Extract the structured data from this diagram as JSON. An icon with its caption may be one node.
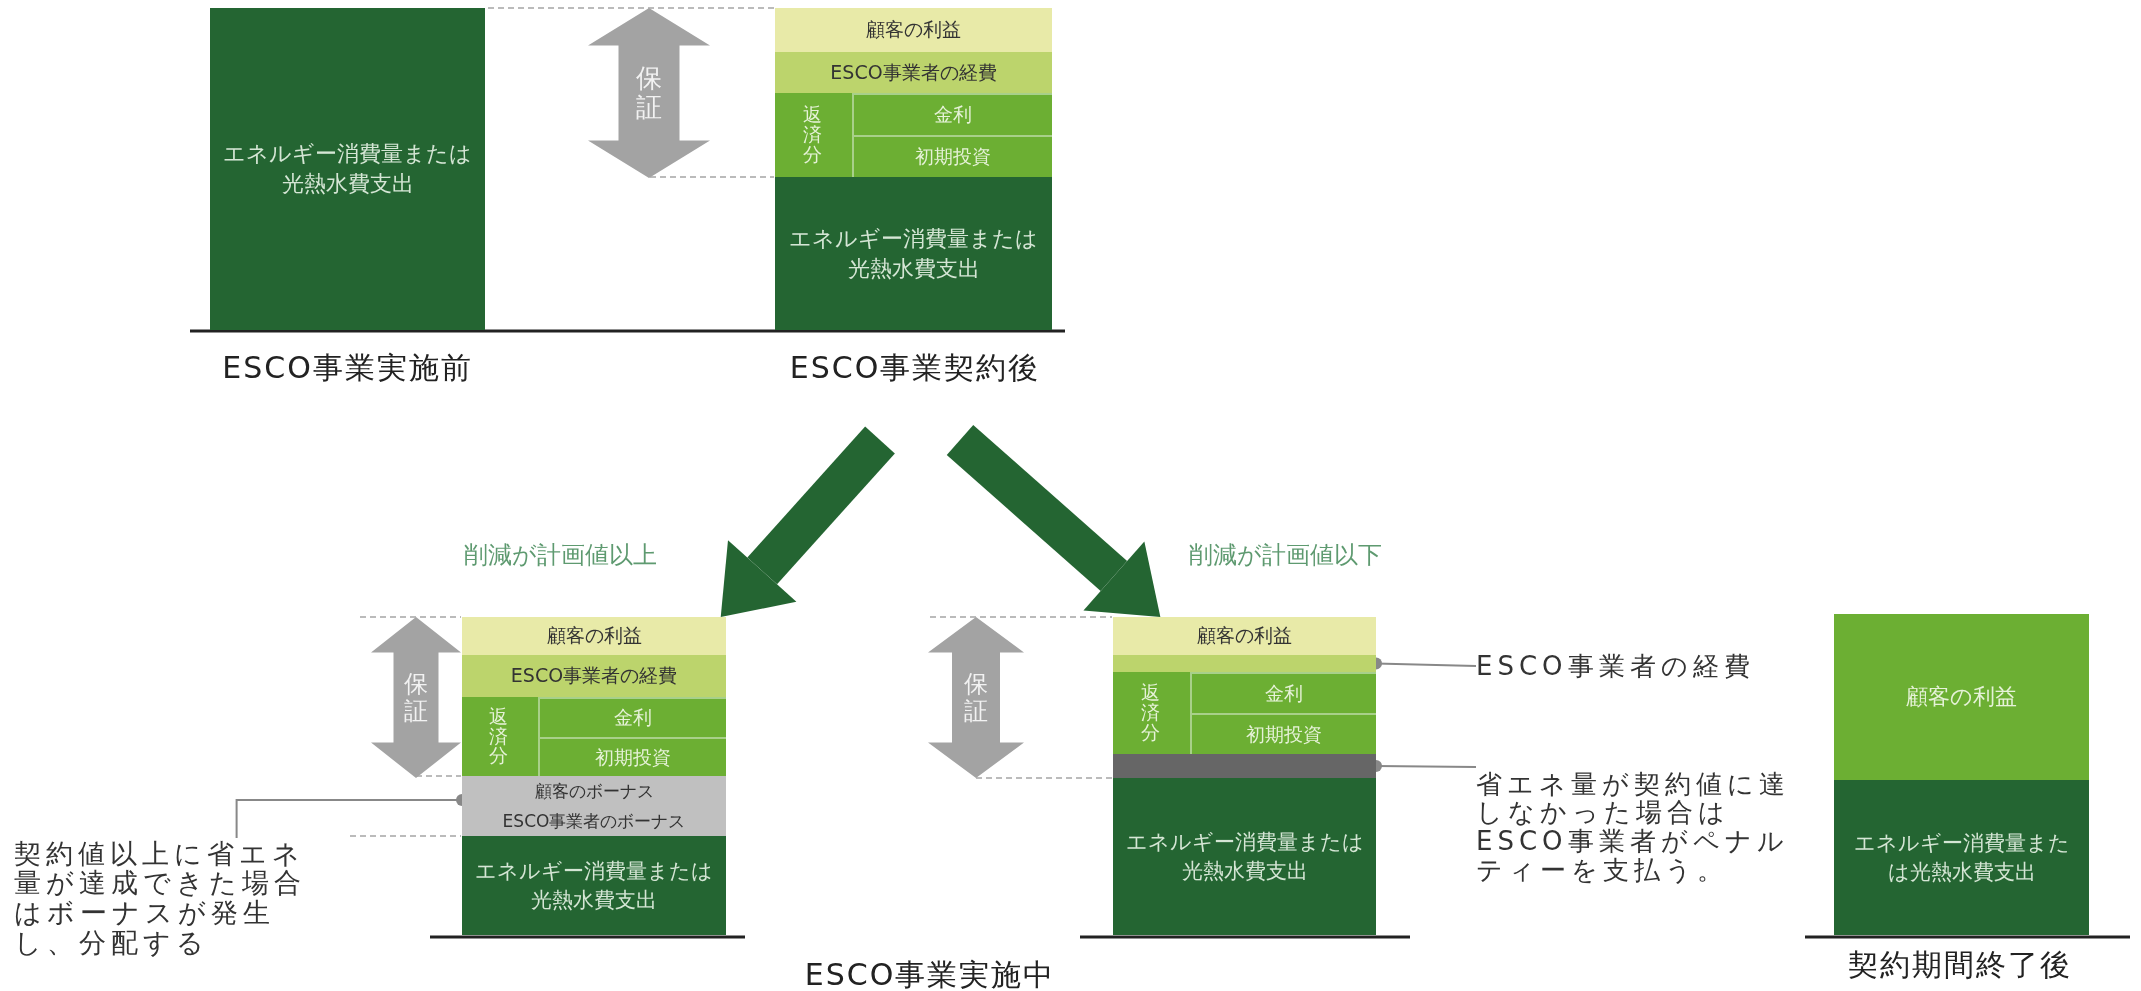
{
  "diagram": {
    "nodes": [
      {
        "text": [
          "エネルギー消費量または光熱水費支出"
        ],
        "beside": [
          "ESCO事業実施前"
        ]
      },
      {
        "text": [
          "保証"
        ]
      },
      {
        "text": [
          "顧客の利益"
        ]
      },
      {
        "text": [
          "ESCO事業者の経費"
        ]
      },
      {
        "text": [
          "返済分"
        ]
      },
      {
        "text": [
          "金利"
        ],
        "in": 4
      },
      {
        "text": [
          "初期投資"
        ],
        "in": 4
      },
      {
        "text": [
          "エネルギー消費量または光熱水費支出"
        ],
        "beside": [
          "ESCO事業契約後"
        ]
      },
      {
        "text": [
          "保証"
        ]
      },
      {
        "text": [
          "顧客の利益"
        ]
      },
      {
        "text": [
          "ESCO事業者の経費"
        ]
      },
      {
        "text": [
          "返済分"
        ]
      },
      {
        "text": [
          "金利"
        ],
        "in": 11
      },
      {
        "text": [
          "初期投資"
        ],
        "in": 11
      },
      {
        "text": [
          "顧客のボーナス"
        ]
      },
      {
        "text": [
          "ESCO事業者のボーナス"
        ]
      },
      {
        "text": [
          "エネルギー消費量または光熱水費支出"
        ]
      },
      {
        "text": [
          "契約値以上に省エネ量が達成できた場合はボーナスが発生し、分配する"
        ]
      },
      {
        "text": [
          "保証"
        ]
      },
      {
        "text": [
          "顧客の利益"
        ]
      },
      {
        "text": [],
        "shape": "bar"
      },
      {
        "text": [
          "返済分"
        ]
      },
      {
        "text": [
          "金利"
        ],
        "in": 21
      },
      {
        "text": [
          "初期投資"
        ],
        "in": 21
      },
      {
        "text": [],
        "shape": "bar"
      },
      {
        "text": [
          "エネルギー消費量または光熱水費支出"
        ]
      },
      {
        "text": [
          "ESCO事業者の経費"
        ]
      },
      {
        "text": [
          "省エネ量が契約値に達しなかった場合はESCO事業者がペナルティーを支払う。"
        ]
      },
      {
        "text": [
          "顧客の利益"
        ]
      },
      {
        "text": [
          "エネルギー消費量または光熱水費支出"
        ],
        "beside": [
          "契約期間終了後"
        ]
      }
    ],
    "edges": [
      {
        "from": null,
        "to": 9,
        "arrow": "to",
        "label": "削減が計画値以上",
        "style": "thick",
        "color": "#246532"
      },
      {
        "from": null,
        "to": 19,
        "arrow": "to",
        "label": "削減が計画値以下",
        "style": "thick",
        "color": "#246532"
      },
      {
        "from": 17,
        "to": 14,
        "arrow": "other"
      },
      {
        "from": 26,
        "to": 20,
        "arrow": "other"
      },
      {
        "from": 27,
        "to": 24,
        "arrow": "other"
      }
    ],
    "labels": [
      "ESCO事業実施中"
    ]
  }
}
